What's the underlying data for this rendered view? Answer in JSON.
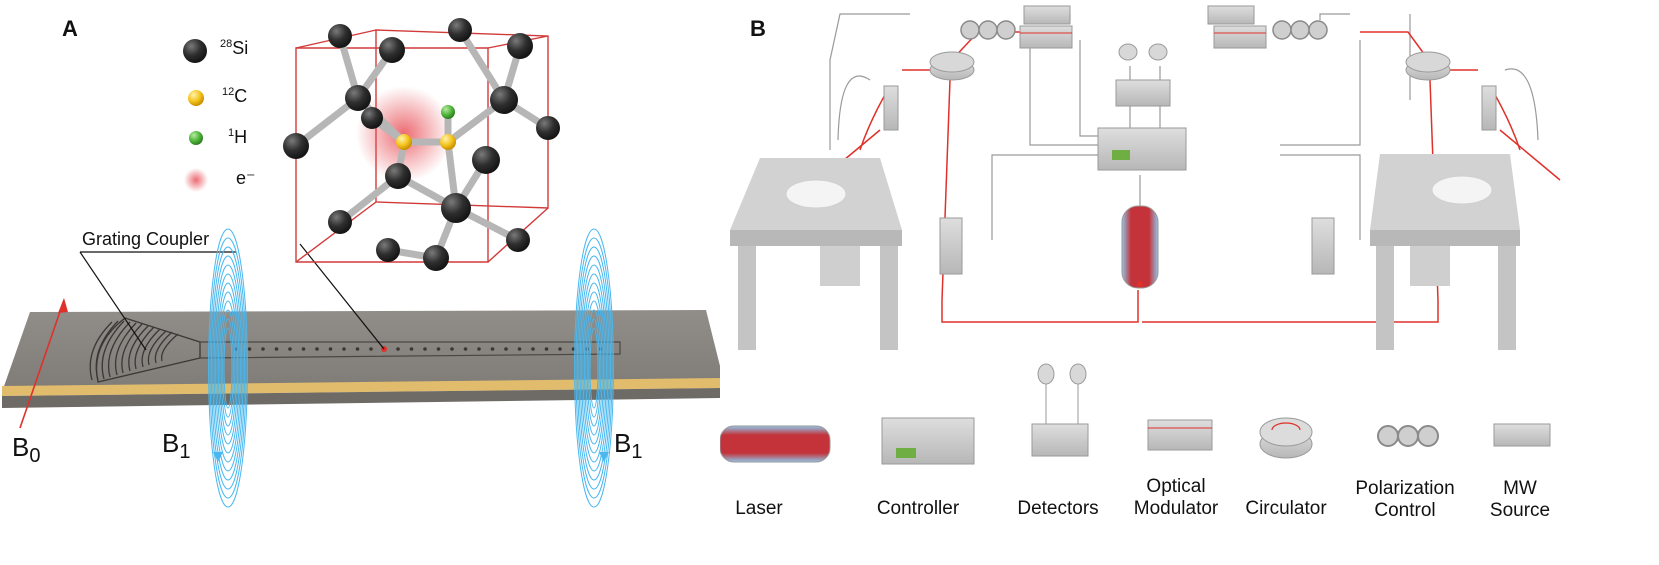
{
  "panel_a": {
    "letter": "A",
    "legend": [
      {
        "sup": "28",
        "text": "Si",
        "color": "#2b2b2b",
        "kind": "ball"
      },
      {
        "sup": "12",
        "text": "C",
        "color": "#f4c21c",
        "kind": "ball"
      },
      {
        "sup": "1",
        "text": "H",
        "color": "#4fb53a",
        "kind": "ball"
      },
      {
        "sup": "",
        "text": "e⁻",
        "color": "#e8525a",
        "kind": "cloud"
      }
    ],
    "grating_label": "Grating Coupler",
    "b0": {
      "main": "B",
      "sub": "0"
    },
    "b1_left": {
      "main": "B",
      "sub": "1"
    },
    "b1_right": {
      "main": "B",
      "sub": "1"
    }
  },
  "panel_b": {
    "letter": "B",
    "components": [
      {
        "label_lines": [
          "Laser"
        ],
        "icon": "laser-icon"
      },
      {
        "label_lines": [
          "Controller"
        ],
        "icon": "controller-icon"
      },
      {
        "label_lines": [
          "Detectors"
        ],
        "icon": "detectors-icon"
      },
      {
        "label_lines": [
          "Optical",
          "Modulator"
        ],
        "icon": "optical-modulator-icon"
      },
      {
        "label_lines": [
          "Circulator"
        ],
        "icon": "circulator-icon"
      },
      {
        "label_lines": [
          "Polarization",
          "Control"
        ],
        "icon": "polarization-control-icon"
      },
      {
        "label_lines": [
          "MW",
          "Source"
        ],
        "icon": "mw-source-icon"
      }
    ]
  },
  "colors": {
    "chip": "#8a8682",
    "gold_strip": "#e1bc6c",
    "field_lines": "#4ab8ef",
    "fiber": "#e0302a",
    "wire": "#9a9a9a",
    "device": "#c9c9c9",
    "lattice_box": "#d23a3a"
  }
}
